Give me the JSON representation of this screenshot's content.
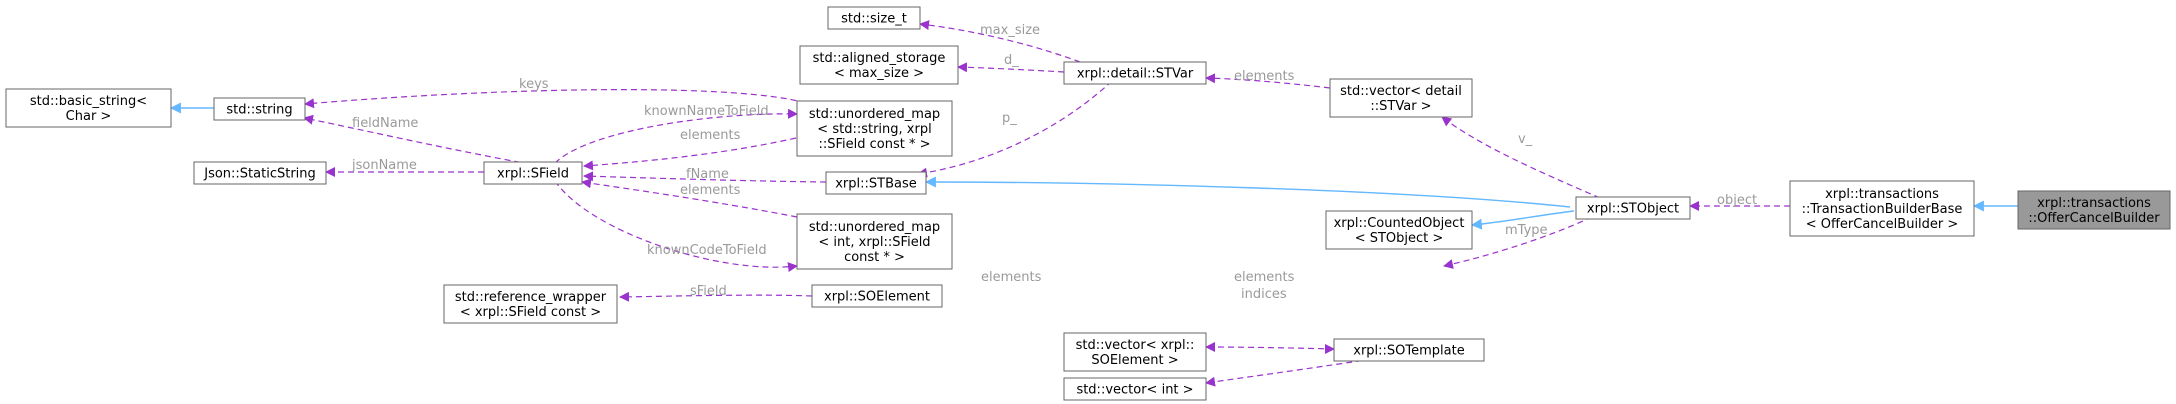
{
  "colors": {
    "inherit_edge": "#63b8ff",
    "usage_edge": "#9a32cd",
    "edge_label": "#9a9a9a",
    "node_border": "#666666",
    "focus_fill": "#999999"
  },
  "nodes": {
    "basic_string": [
      "std::basic_string<",
      "Char >"
    ],
    "std_string": [
      "std::string"
    ],
    "json_static_string": [
      "Json::StaticString"
    ],
    "reference_wrapper": [
      "std::reference_wrapper",
      "< xrpl::SField const >"
    ],
    "sfield": [
      "xrpl::SField"
    ],
    "size_t": [
      "std::size_t"
    ],
    "aligned_storage": [
      "std::aligned_storage",
      "< max_size >"
    ],
    "umap_string": [
      "std::unordered_map",
      "< std::string, xrpl",
      "::SField const * >"
    ],
    "stbase": [
      "xrpl::STBase"
    ],
    "umap_int": [
      "std::unordered_map",
      "< int, xrpl::SField",
      "const * >"
    ],
    "soelement": [
      "xrpl::SOElement"
    ],
    "stvar": [
      "xrpl::detail::STVar"
    ],
    "vector_soelement": [
      "std::vector< xrpl::",
      "SOElement >"
    ],
    "vector_int": [
      "std::vector< int >"
    ],
    "vector_stvar": [
      "std::vector< detail",
      "::STVar >"
    ],
    "counted_object": [
      "xrpl::CountedObject",
      "< STObject >"
    ],
    "sotemplate": [
      "xrpl::SOTemplate"
    ],
    "stobject": [
      "xrpl::STObject"
    ],
    "tx_builder_base": [
      "xrpl::transactions",
      "::TransactionBuilderBase",
      "< OfferCancelBuilder >"
    ],
    "offer_cancel_builder": [
      "xrpl::transactions",
      "::OfferCancelBuilder"
    ]
  },
  "edge_labels": {
    "keys": "keys",
    "fieldName": "fieldName",
    "jsonName": "jsonName",
    "knownNameToField": "knownNameToField",
    "elements_umap_string": "elements",
    "fName": "fName",
    "elements_umap_int": "elements",
    "knownCodeToField": "knownCodeToField",
    "sField": "sField",
    "max_size": "max_size",
    "d_": "d_",
    "p_": "p_",
    "elements_vector_stvar": "elements",
    "v_": "v_",
    "elements_vector_soelement": "elements",
    "indices": "indices",
    "mType": "mType",
    "object": "object"
  }
}
